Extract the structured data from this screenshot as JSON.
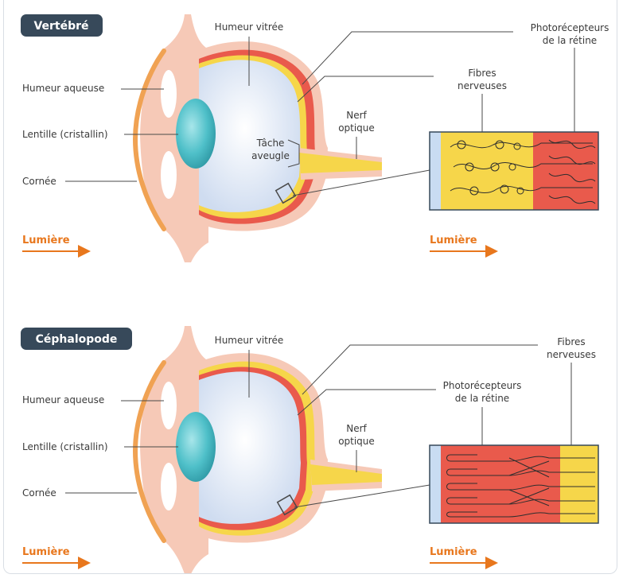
{
  "panels": {
    "top": {
      "badge": "Vertébré",
      "humeur_vitree": "Humeur vitrée",
      "humeur_aqueuse": "Humeur aqueuse",
      "lentille": "Lentille (cristallin)",
      "cornee": "Cornée",
      "tache_line1": "Tâche",
      "tache_line2": "aveugle",
      "nerf_line1": "Nerf",
      "nerf_line2": "optique",
      "photo_line1": "Photorécepteurs",
      "photo_line2": "de la rétine",
      "fibres_line1": "Fibres",
      "fibres_line2": "nerveuses",
      "lumiere_left": "Lumière",
      "lumiere_right": "Lumière"
    },
    "bottom": {
      "badge": "Céphalopode",
      "humeur_vitree": "Humeur vitrée",
      "humeur_aqueuse": "Humeur aqueuse",
      "lentille": "Lentille (cristallin)",
      "cornee": "Cornée",
      "nerf_line1": "Nerf",
      "nerf_line2": "optique",
      "photo_line1": "Photorécepteurs",
      "photo_line2": "de la rétine",
      "fibres_line1": "Fibres",
      "fibres_line2": "nerveuses",
      "lumiere_left": "Lumière",
      "lumiere_right": "Lumière"
    }
  },
  "colors": {
    "badge": "#37495a",
    "skin": "#f6c9b7",
    "vitreous": "#dfe8f5",
    "lens": "#4fc0c9",
    "retina_yellow": "#f6d64a",
    "retina_red": "#e95a4c",
    "cornea": "#f0a253",
    "light_arrow": "#e8771d"
  }
}
